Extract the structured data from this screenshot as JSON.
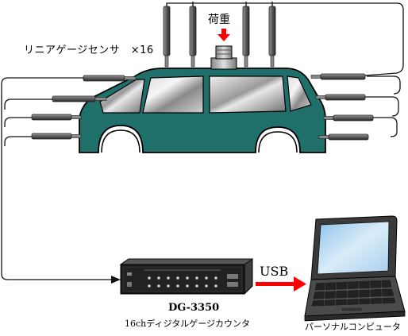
{
  "labels": {
    "sensors": "リニアゲージセンサ　×16",
    "load": "荷重",
    "usb": "USB",
    "device_model": "DG-3350",
    "device_desc": "16chディジタルゲージカウンタ",
    "computer": "パーソナルコンピュータ"
  },
  "colors": {
    "car_body": "#1f6f6a",
    "window_light": "#e6e6e6",
    "window_dark": "#7a7a7a",
    "arrow_red": "#ff0000",
    "device_body": "#1a1a1a",
    "laptop_body": "#3a3a3a",
    "screen_blue": "#b8d8f0"
  },
  "icons": [
    "linear-gauge-sensor-icon",
    "car-body-icon",
    "load-arrow-icon",
    "counter-device-icon",
    "laptop-icon",
    "usb-arrow-icon"
  ]
}
